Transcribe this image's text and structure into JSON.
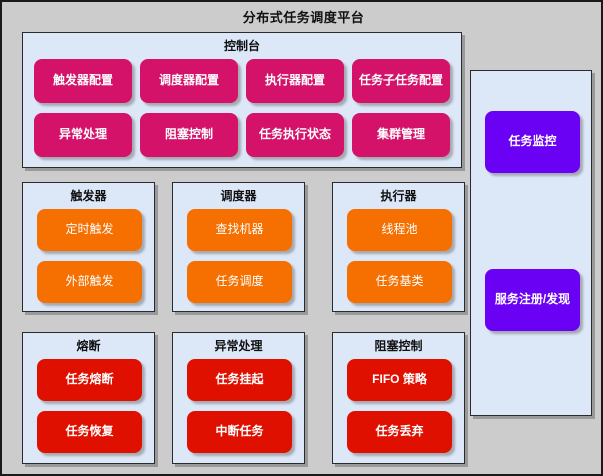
{
  "page": {
    "title": "分布式任务调度平台",
    "background_color": "#cccccc",
    "panel_color": "#dce7f8"
  },
  "console": {
    "title": "控制台",
    "accent_color": "#d4126a",
    "buttons": [
      {
        "label": "触发器配置"
      },
      {
        "label": "调度器配置"
      },
      {
        "label": "执行器配置"
      },
      {
        "label": "任务子任务配置"
      },
      {
        "label": "异常处理"
      },
      {
        "label": "阻塞控制"
      },
      {
        "label": "任务执行状态"
      },
      {
        "label": "集群管理"
      }
    ]
  },
  "groups": [
    {
      "title": "触发器",
      "accent_color": "#f57000",
      "buttons": [
        {
          "label": "定时触发"
        },
        {
          "label": "外部触发"
        }
      ]
    },
    {
      "title": "调度器",
      "accent_color": "#f57000",
      "buttons": [
        {
          "label": "查找机器"
        },
        {
          "label": "任务调度"
        }
      ]
    },
    {
      "title": "执行器",
      "accent_color": "#f57000",
      "buttons": [
        {
          "label": "线程池"
        },
        {
          "label": "任务基类"
        }
      ]
    },
    {
      "title": "熔断",
      "accent_color": "#e01000",
      "buttons": [
        {
          "label": "任务熔断"
        },
        {
          "label": "任务恢复"
        }
      ]
    },
    {
      "title": "异常处理",
      "accent_color": "#e01000",
      "buttons": [
        {
          "label": "任务挂起"
        },
        {
          "label": "中断任务"
        }
      ]
    },
    {
      "title": "阻塞控制",
      "accent_color": "#e01000",
      "buttons": [
        {
          "label": "FIFO 策略"
        },
        {
          "label": "任务丢弃"
        }
      ]
    }
  ],
  "side_panel": {
    "accent_color": "#6a00f4",
    "buttons": [
      {
        "label": "任务监控"
      },
      {
        "label": "服务注册/发现"
      }
    ]
  }
}
